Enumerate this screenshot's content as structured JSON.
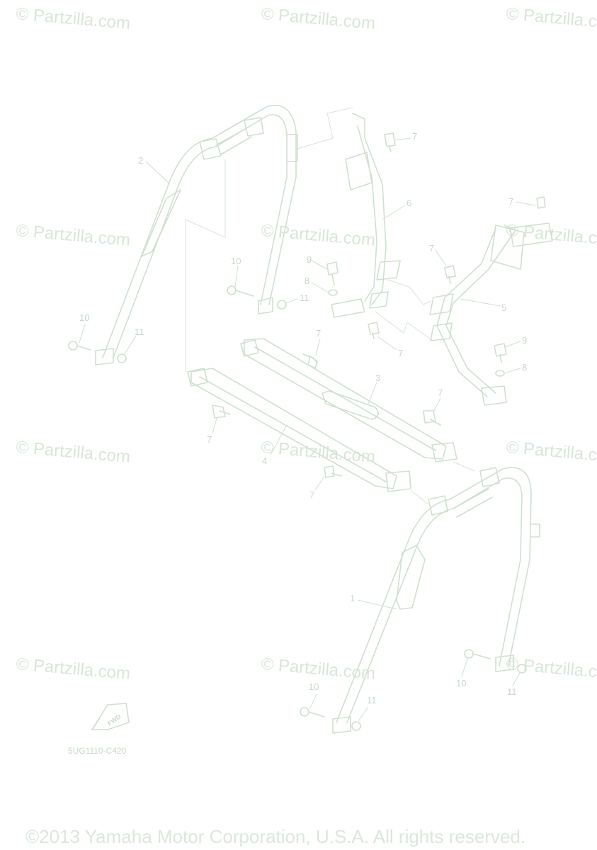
{
  "watermark": "© Partzilla.com",
  "diagram_code": "5UG1110-C420",
  "fwd_label": "FWD",
  "copyright": "©2013 Yamaha Motor Corporation, U.S.A. All rights reserved.",
  "callouts": [
    "1",
    "2",
    "3",
    "4",
    "5",
    "6",
    "7",
    "7",
    "7",
    "7",
    "7",
    "7",
    "7",
    "8",
    "8",
    "9",
    "9",
    "10",
    "10",
    "10",
    "10",
    "11",
    "11",
    "11",
    "11"
  ],
  "colors": {
    "line": "#cfe0cf",
    "text": "#c6d8c6",
    "watermark": "#d8e6d8"
  }
}
